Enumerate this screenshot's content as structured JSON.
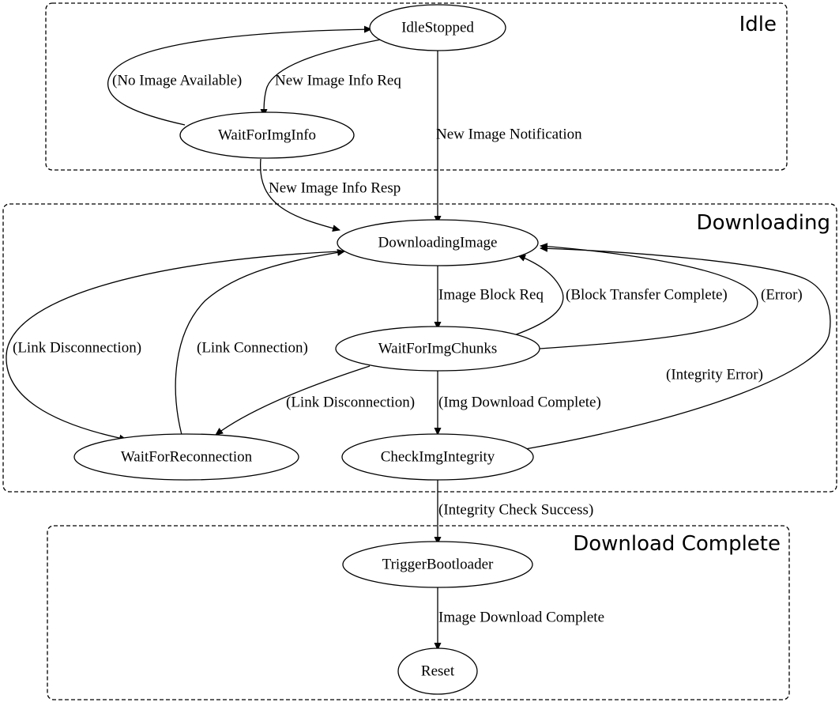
{
  "clusters": {
    "idle": {
      "title": "Idle"
    },
    "downloading": {
      "title": "Downloading"
    },
    "complete": {
      "title": "Download Complete"
    }
  },
  "nodes": {
    "idle_stopped": "IdleStopped",
    "wait_for_img_info": "WaitForImgInfo",
    "downloading_image": "DownloadingImage",
    "wait_for_img_chunks": "WaitForImgChunks",
    "wait_for_reconnection": "WaitForReconnection",
    "check_img_integrity": "CheckImgIntegrity",
    "trigger_bootloader": "TriggerBootloader",
    "reset": "Reset"
  },
  "edges": {
    "no_image_available": "(No Image Available)",
    "new_image_info_req": "New Image Info Req",
    "new_image_notification": "New Image Notification",
    "new_image_info_resp": "New Image Info Resp",
    "image_block_req": "Image Block Req",
    "block_transfer_complete": "(Block Transfer Complete)",
    "error": "(Error)",
    "link_disconnection_a": "(Link Disconnection)",
    "link_connection": "(Link Connection)",
    "link_disconnection_b": "(Link Disconnection)",
    "img_download_complete": "(Img Download Complete)",
    "integrity_error": "(Integrity Error)",
    "integrity_check_success": "(Integrity Check Success)",
    "image_download_complete": "Image Download Complete"
  },
  "colors": {
    "stroke": "#000000",
    "background": "#ffffff"
  }
}
